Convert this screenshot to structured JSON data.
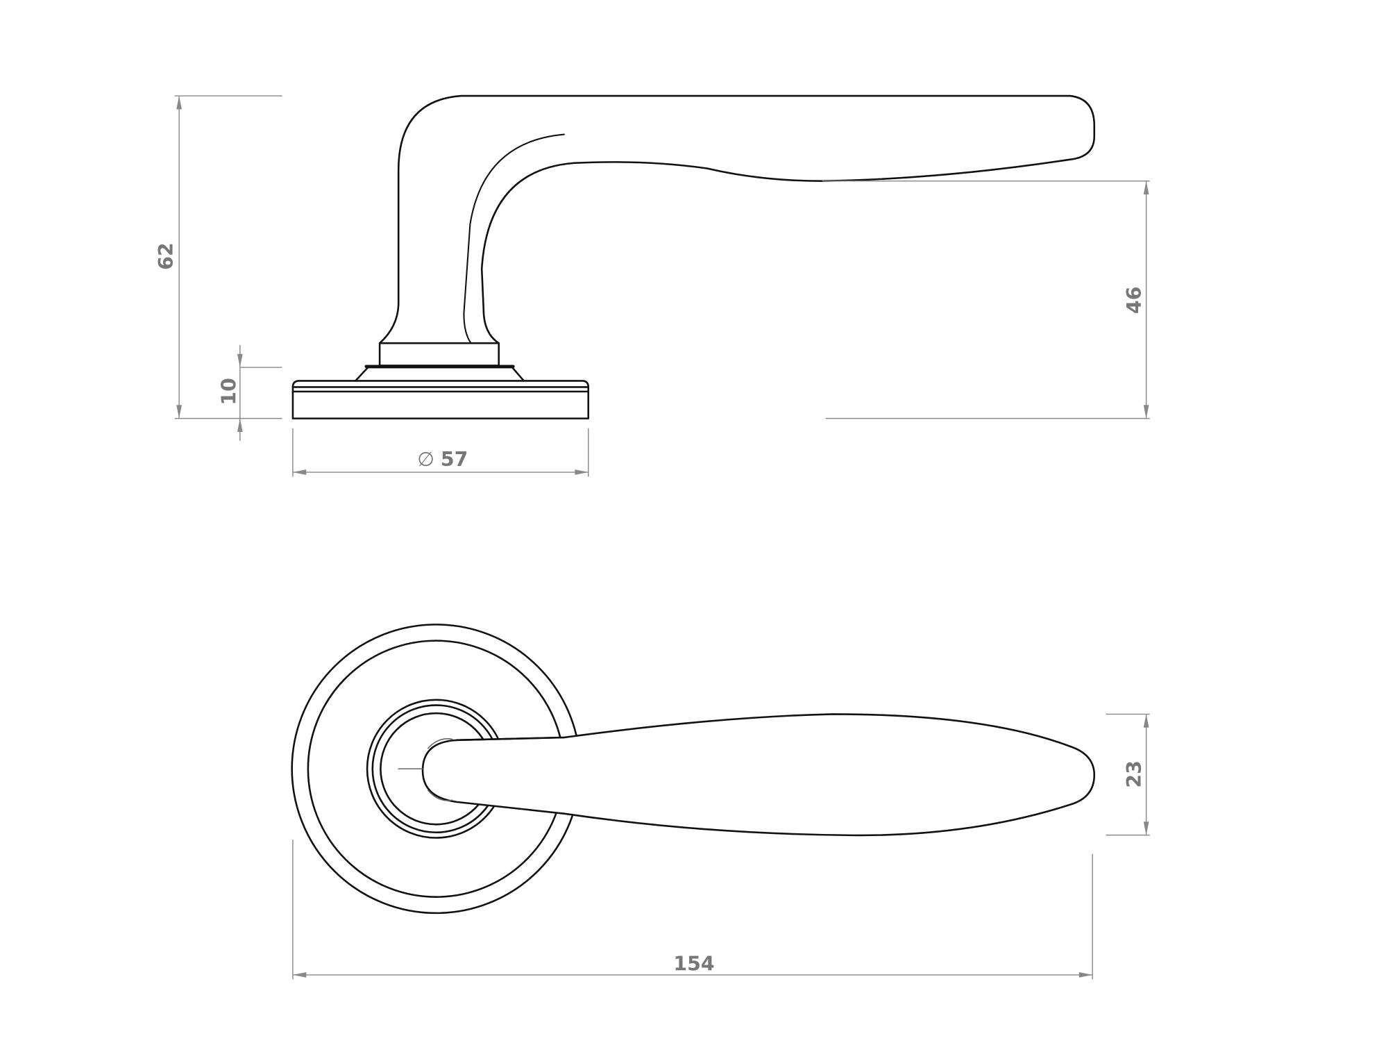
{
  "drawing": {
    "views": [
      "side-view",
      "front-view"
    ],
    "line_color": "#111111",
    "dimension_color": "#888888",
    "dimensions": {
      "height_total": "62",
      "rose_height": "10",
      "rose_diameter": "57",
      "diameter_symbol": "∅",
      "lever_height": "46",
      "lever_width": "23",
      "length_total": "154"
    }
  }
}
